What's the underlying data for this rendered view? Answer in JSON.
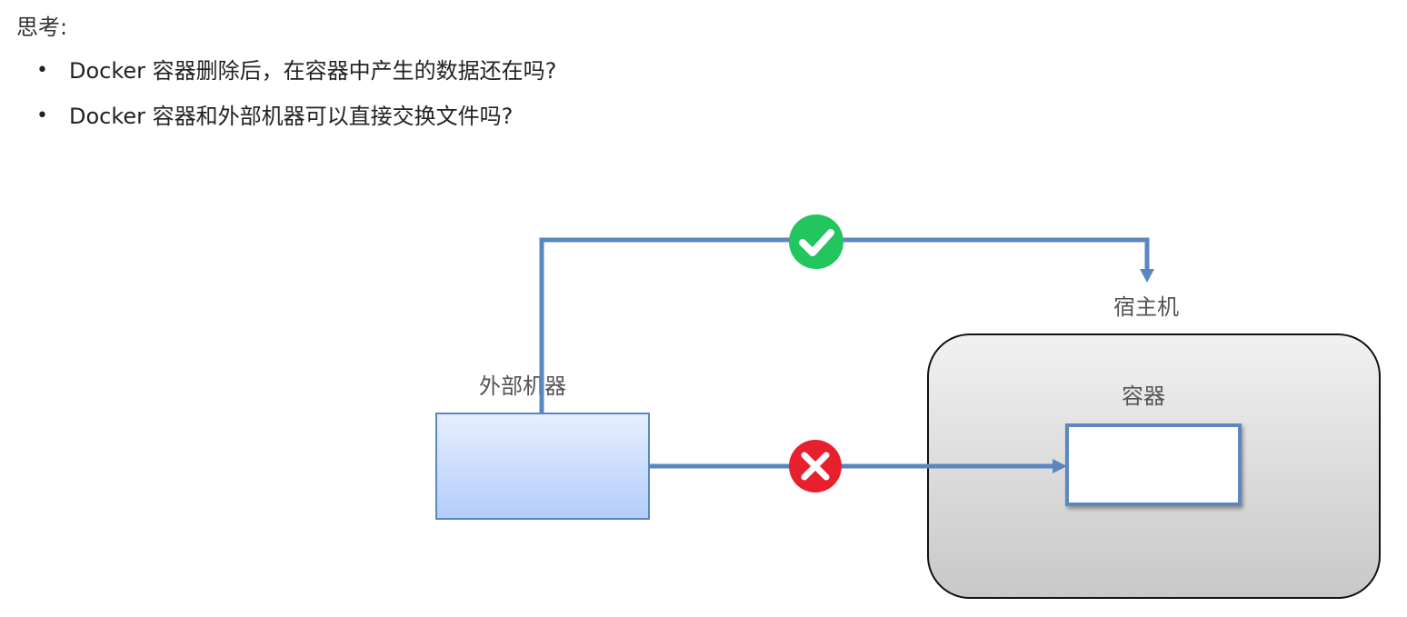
{
  "heading": "思考:",
  "questions": [
    "Docker 容器删除后，在容器中产生的数据还在吗?",
    "Docker 容器和外部机器可以直接交换文件吗?"
  ],
  "diagram": {
    "external_machine_label": "外部机器",
    "host_label": "宿主机",
    "container_label": "容器",
    "check_icon": "check-circle-icon",
    "cross_icon": "x-circle-icon"
  },
  "colors": {
    "connector": "#5b87c0",
    "check": "#22c55e",
    "cross": "#e8202e",
    "external_box_top": "#e6efff",
    "external_box_bottom": "#b3cdfa",
    "host_top": "#f1f1f1",
    "host_bottom": "#c8c8c8"
  }
}
